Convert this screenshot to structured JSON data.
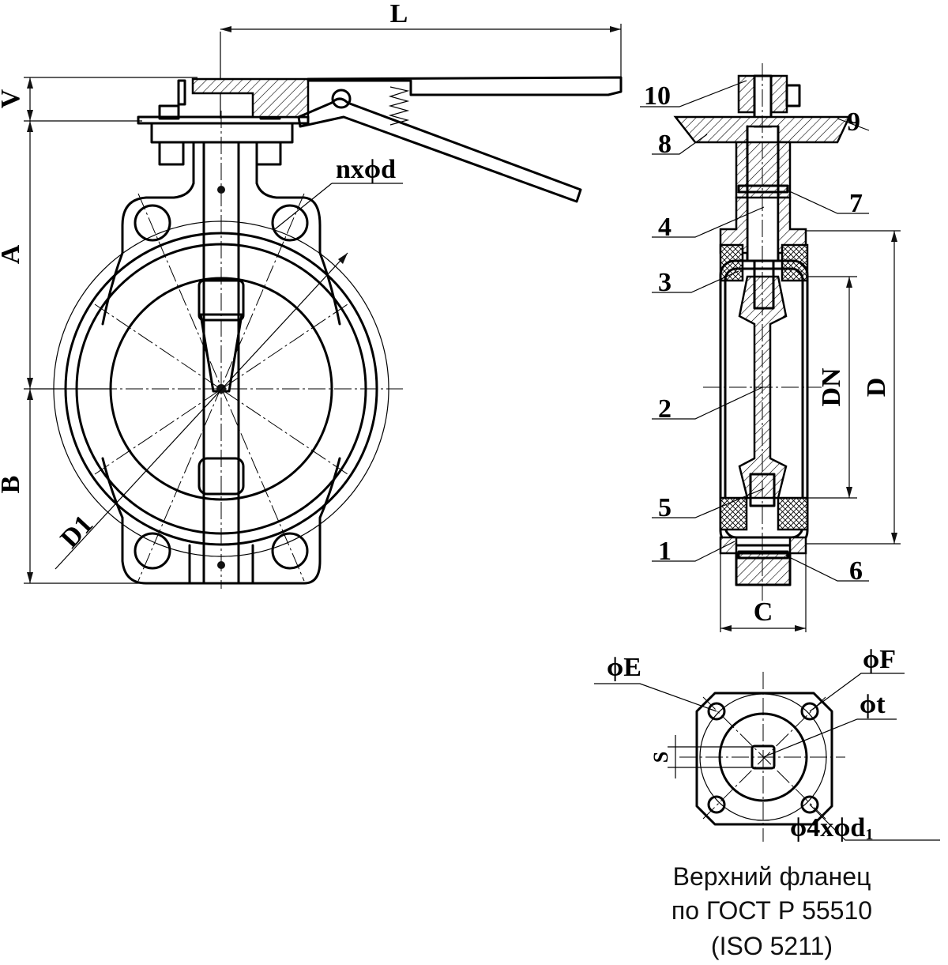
{
  "dimensions": {
    "L": "L",
    "V": "V",
    "A": "A",
    "B": "B",
    "D1": "D1",
    "C": "C",
    "DN": "DN",
    "D": "D",
    "holes": "nxϕd",
    "S": "S"
  },
  "flange_labels": {
    "E": "ϕE",
    "F": "ϕF",
    "t": "ϕt",
    "bolts_prefix": "ϕ4xϕd",
    "bolts_sub": "1"
  },
  "part_numbers": [
    "10",
    "9",
    "8",
    "7",
    "4",
    "3",
    "2",
    "5",
    "1",
    "6"
  ],
  "caption": {
    "line1": "Верхний фланец",
    "line2": "по ГОСТ Р 55510",
    "line3": "(ISO 5211)"
  }
}
